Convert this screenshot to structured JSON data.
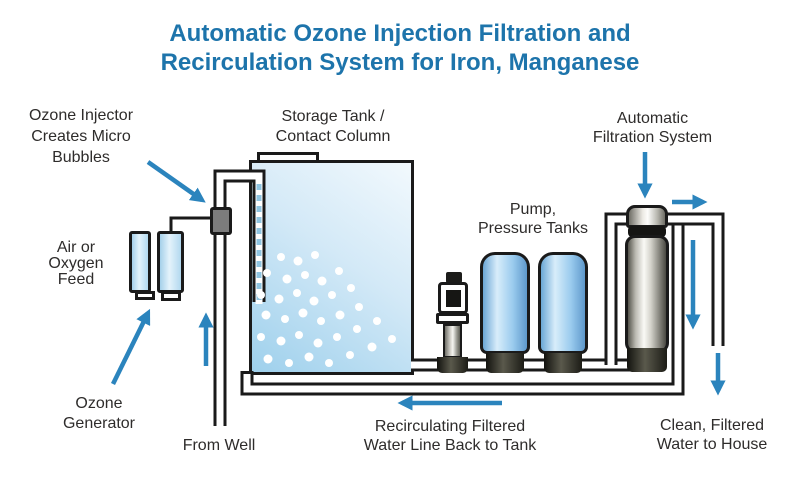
{
  "title": {
    "line1": "Automatic Ozone Injection Filtration and",
    "line2": "Recirculation System for Iron, Manganese"
  },
  "labels": {
    "ozone_injector": "Ozone Injector\nCreates Micro\nBubbles",
    "air_oxygen_feed": "Air or\nOxygen\nFeed",
    "ozone_generator": "Ozone\nGenerator",
    "storage_tank": "Storage Tank /\nContact Column",
    "pump_pressure_tanks": "Pump,\nPressure Tanks",
    "auto_filtration": "Automatic\nFiltration System",
    "from_well": "From Well",
    "recirculating": "Recirculating Filtered\nWater Line Back to Tank",
    "clean_water": "Clean, Filtered\nWater to House"
  },
  "colors": {
    "title": "#1d74ab",
    "arrow": "#2b84bd",
    "label_text": "#2e2c2b",
    "pipe_outline": "#1a1a1a",
    "tank_water": "#9ed0ec"
  }
}
